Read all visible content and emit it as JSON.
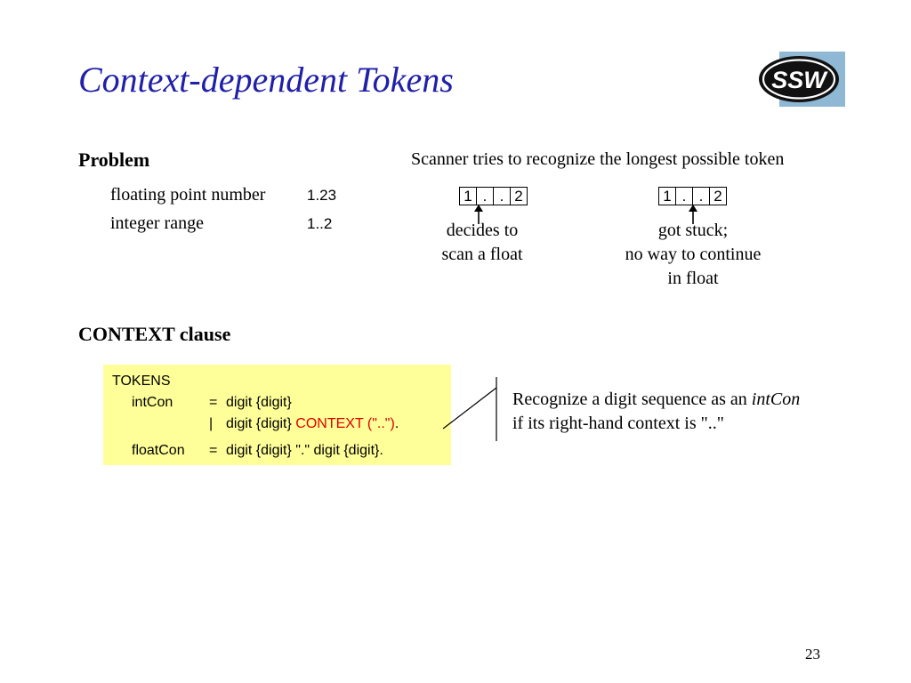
{
  "title": "Context-dependent Tokens",
  "logo_text": "SSW",
  "problem": {
    "heading": "Problem",
    "rows": [
      {
        "label": "floating point number",
        "value": "1.23"
      },
      {
        "label": "integer range",
        "value": "1..2"
      }
    ]
  },
  "scanner": {
    "caption": "Scanner tries to recognize the longest possible token",
    "examples": [
      {
        "cells": [
          "1",
          ".",
          ".",
          "2"
        ],
        "lines": [
          "decides to",
          "scan a float"
        ]
      },
      {
        "cells": [
          "1",
          ".",
          ".",
          "2"
        ],
        "lines": [
          "got stuck;",
          "no way to continue",
          "in float"
        ]
      }
    ]
  },
  "context": {
    "heading": "CONTEXT clause",
    "code": {
      "keyword": "TOKENS",
      "intcon_name": "intCon",
      "eq": "=",
      "bar": "|",
      "intcon_alt1": "digit {digit}",
      "intcon_alt2_prefix": "digit {digit}",
      "intcon_alt2_context": "CONTEXT (\"..\")",
      "intcon_alt2_end": ".",
      "floatcon_name": "floatCon",
      "floatcon_def": "digit {digit} \".\" digit {digit}."
    },
    "note_prefix": "Recognize a digit sequence as an ",
    "note_term": "intCon",
    "note_line2": "if its right-hand context is \"..\""
  },
  "page_number": "23",
  "colors": {
    "title": "#2020a8",
    "highlight": "#ffff99",
    "context_keyword": "#e00000"
  }
}
